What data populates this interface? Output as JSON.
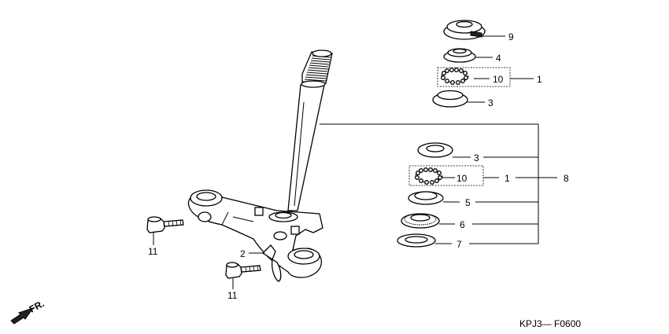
{
  "callouts": {
    "top_nut": "9",
    "top_race_upper": "4",
    "top_balls": "10",
    "top_group": "1",
    "top_race_lower": "3",
    "lower_race_upper": "3",
    "lower_balls": "10",
    "lower_group": "1",
    "assembly": "8",
    "lower_race_lower": "5",
    "dust_seal": "6",
    "washer": "7",
    "clip": "2",
    "bolt_left": "11",
    "bolt_bottom": "11"
  },
  "diagram_code": "KPJ3— F0600",
  "front_label": "FR."
}
